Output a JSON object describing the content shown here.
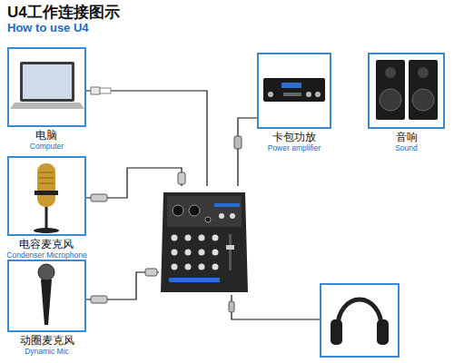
{
  "diagram": {
    "title": "U4工作连接图示",
    "nodes": [
      {
        "text": [
          "电脑",
          "Computer"
        ]
      },
      {
        "text": [
          "卡包功放",
          "Power amplifier"
        ]
      },
      {
        "text": [
          "音响",
          "Sound"
        ]
      },
      {
        "text": [
          "电容麦克风",
          "Condenser Microphone"
        ]
      },
      {
        "text": []
      },
      {
        "text": [
          "动圈麦克风",
          "Dynamic Mic"
        ]
      },
      {
        "text": []
      }
    ],
    "edges": [
      {
        "from": 0,
        "to": 4,
        "arrow": "none"
      },
      {
        "from": 3,
        "to": 4,
        "arrow": "none"
      },
      {
        "from": 5,
        "to": 4,
        "arrow": "none"
      },
      {
        "from": 4,
        "to": 1,
        "arrow": "none"
      },
      {
        "from": 4,
        "to": 6,
        "arrow": "none"
      }
    ],
    "labels": [
      "How to use U4"
    ]
  }
}
